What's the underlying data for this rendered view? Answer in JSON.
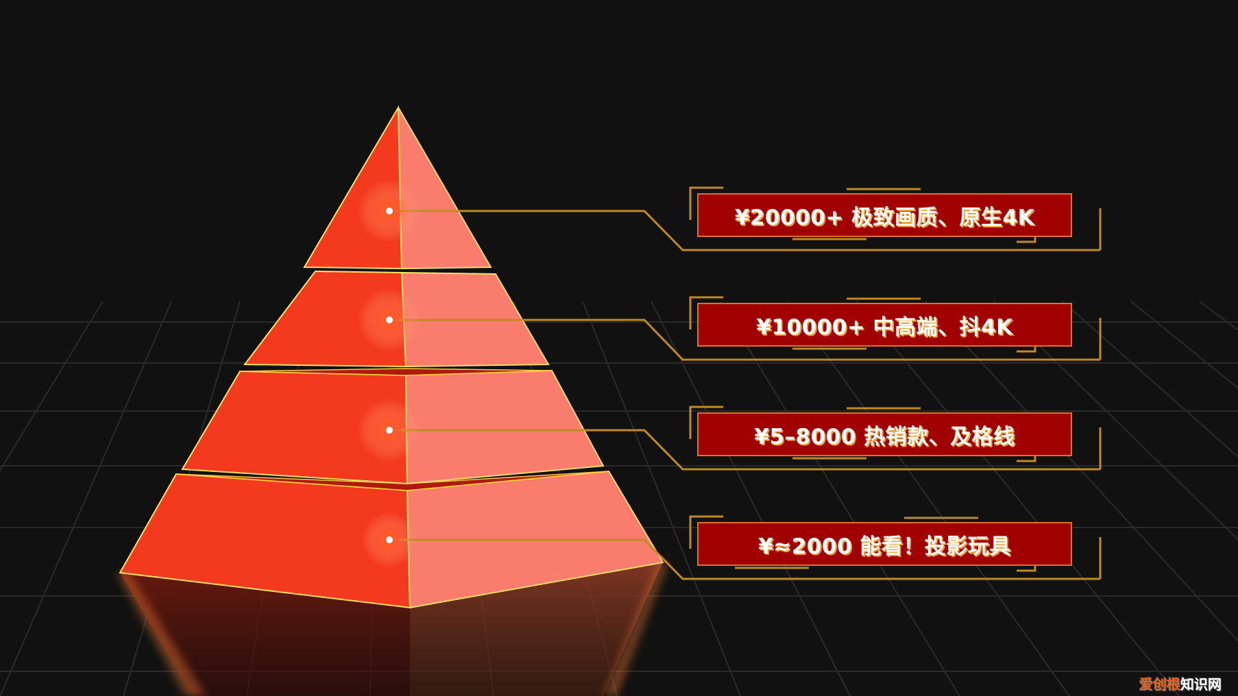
{
  "diagram": {
    "type": "pyramid",
    "tier_count": 4,
    "tiers": [
      {
        "level": 1,
        "price": "¥20000+",
        "description": "极致画质、原生4K",
        "label": "¥20000+ 极致画质、原生4K"
      },
      {
        "level": 2,
        "price": "¥10000+",
        "description": "中高端、抖4K",
        "label": "¥10000+ 中高端、抖4K"
      },
      {
        "level": 3,
        "price": "¥5-8000",
        "description": "热销款、及格线",
        "label": "¥5–8000 热销款、及格线"
      },
      {
        "level": 4,
        "price": "¥≈2000",
        "description": "能看！投影玩具",
        "label": "¥≈2000 能看！投影玩具"
      }
    ]
  },
  "colors": {
    "background": "#111111",
    "grid": "#2a2a2a",
    "pyramid_left_face": "#f43a1e",
    "pyramid_right_face": "#fa7c6c",
    "pyramid_edge": "#ffe066",
    "connector": "#c08a20",
    "label_fill": "#a00000",
    "label_border": "#e0702a",
    "label_text": "#ffffff",
    "label_text_shadow": "#f0a030"
  },
  "watermark": {
    "accent_text": "爱创根",
    "rest_text": "知识网"
  }
}
